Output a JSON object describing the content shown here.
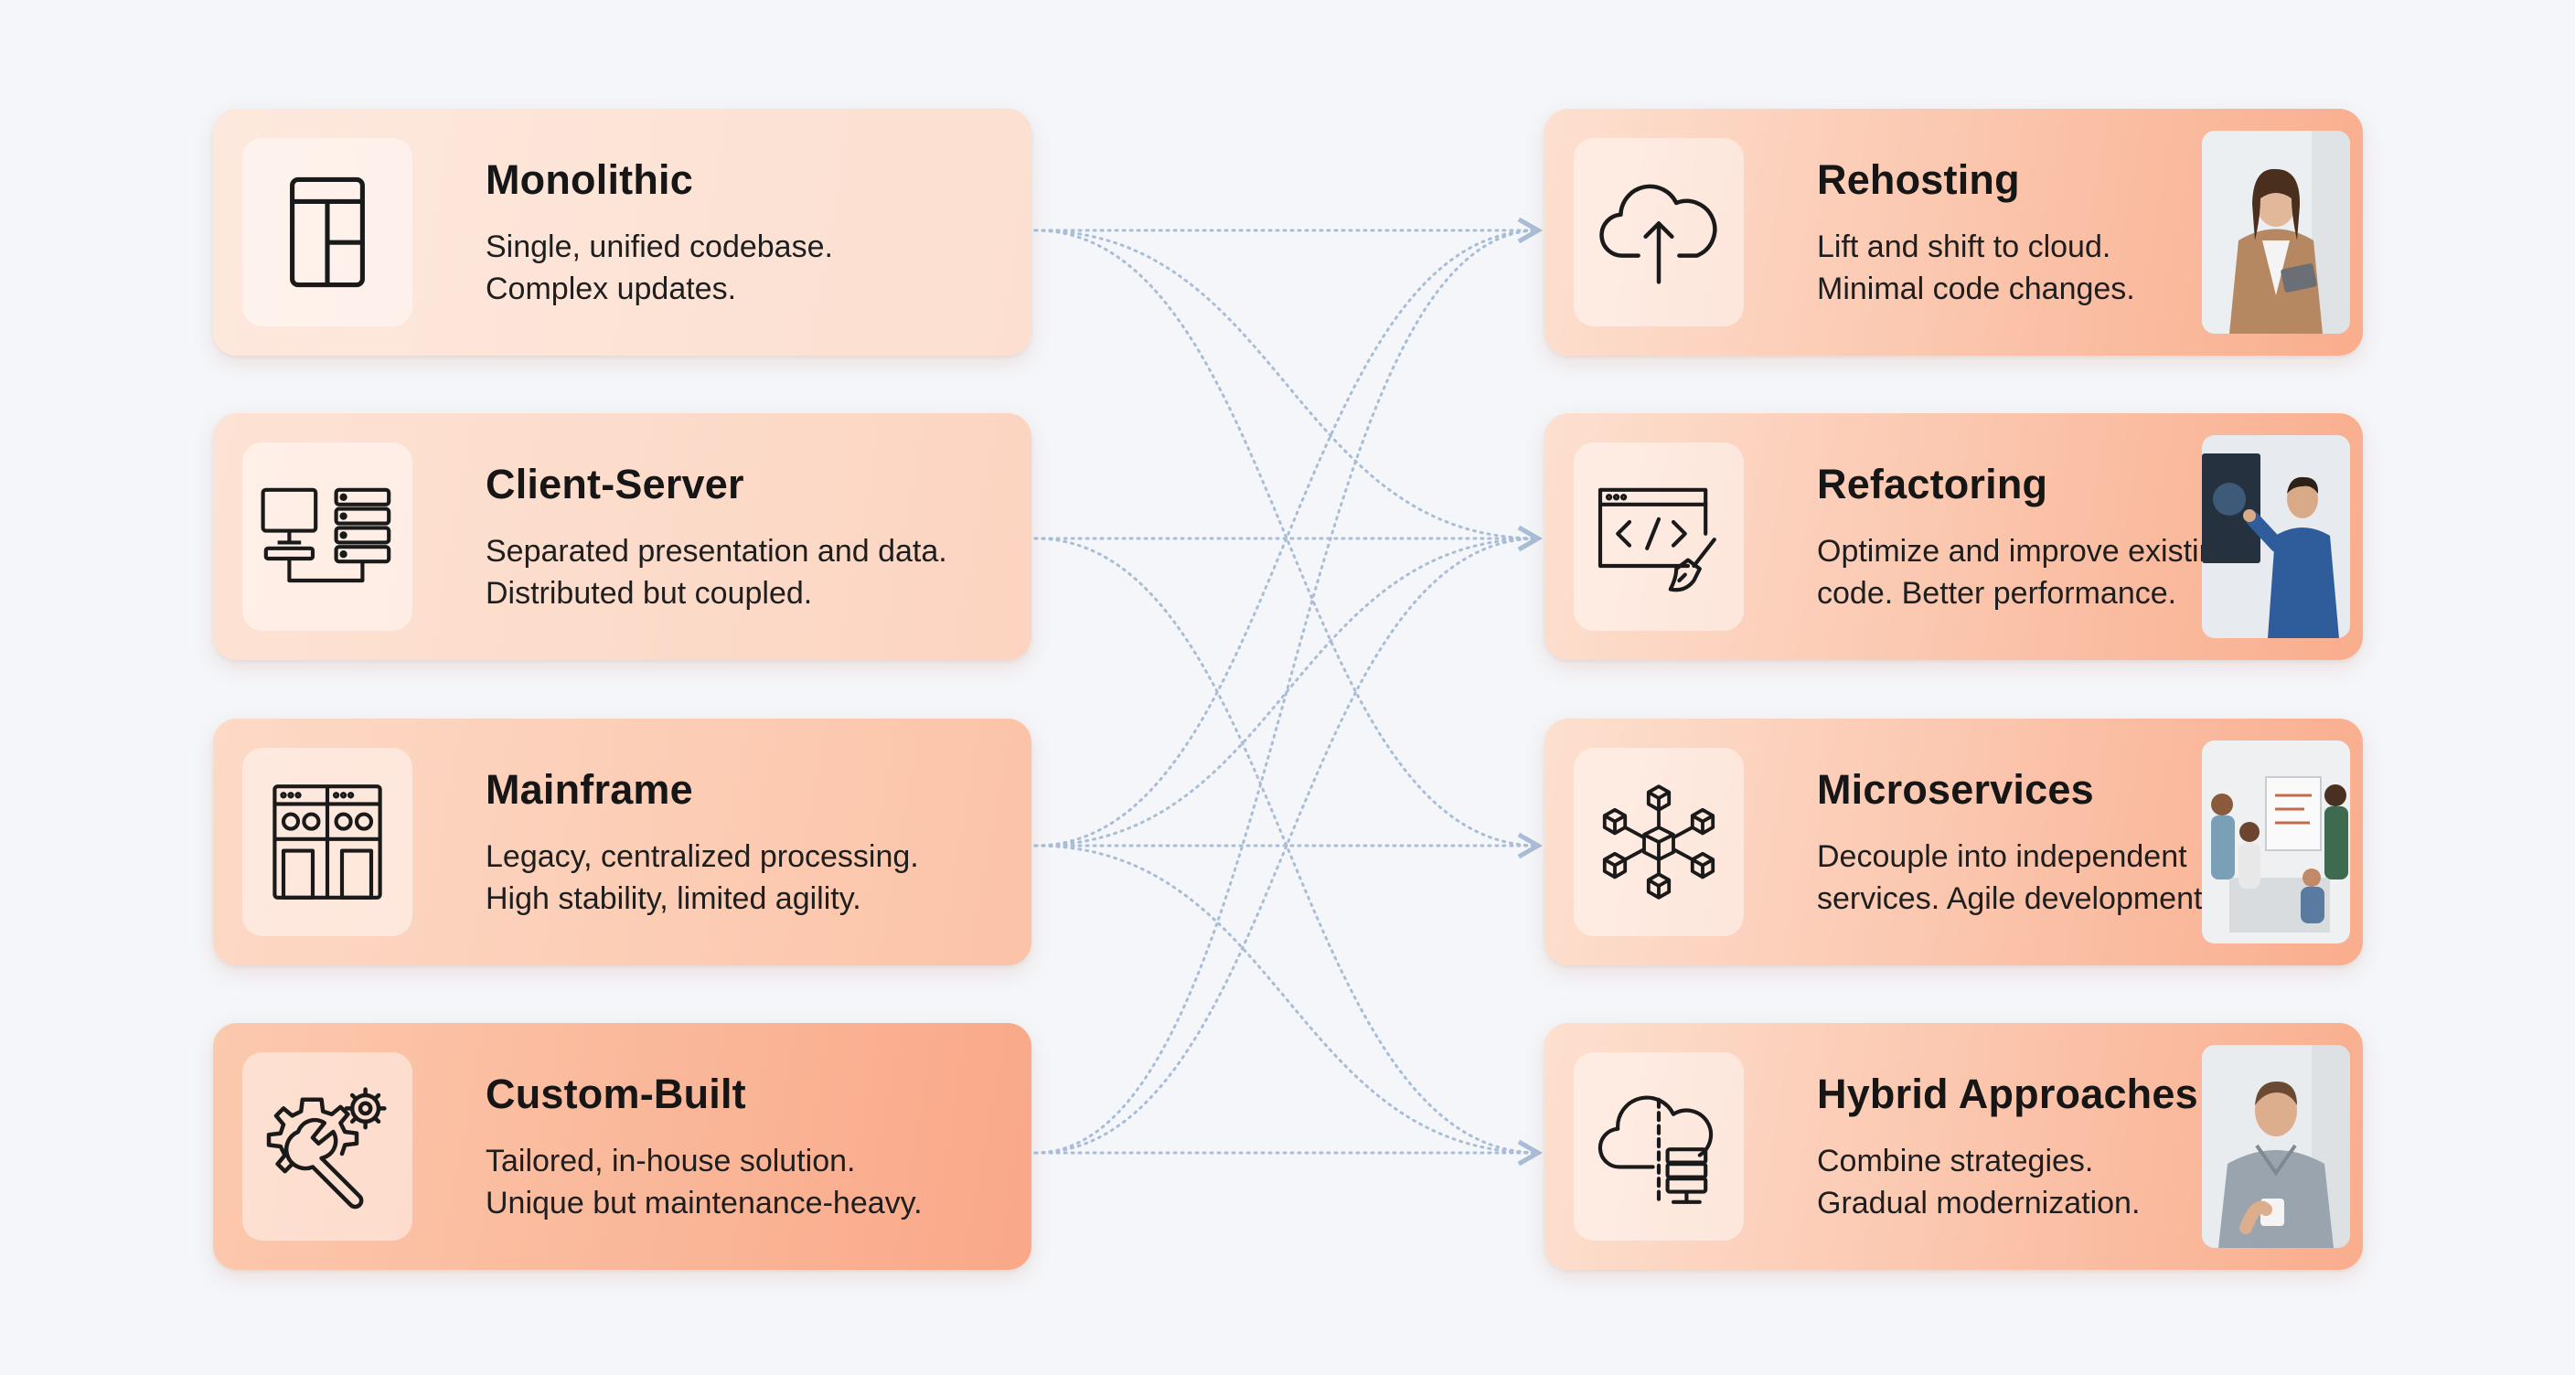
{
  "legacy": [
    {
      "title": "Monolithic",
      "line1": "Single, unified codebase.",
      "line2": "Complex updates.",
      "icon": "layout-icon"
    },
    {
      "title": "Client-Server",
      "line1": "Separated presentation and data.",
      "line2": "Distributed but coupled.",
      "icon": "client-server-icon"
    },
    {
      "title": "Mainframe",
      "line1": "Legacy, centralized processing.",
      "line2": "High stability, limited agility.",
      "icon": "mainframe-icon"
    },
    {
      "title": "Custom-Built",
      "line1": "Tailored, in-house solution.",
      "line2": "Unique but maintenance-heavy.",
      "icon": "gear-wrench-icon"
    }
  ],
  "modern": [
    {
      "title": "Rehosting",
      "line1": "Lift and shift to cloud.",
      "line2": "Minimal code changes.",
      "icon": "cloud-upload-icon",
      "photo": "woman-with-tablet-photo"
    },
    {
      "title": "Refactoring",
      "line1": "Optimize and improve existing",
      "line2": "code. Better performance.",
      "icon": "code-window-brush-icon",
      "photo": "presenter-at-screen-photo"
    },
    {
      "title": "Microservices",
      "line1": "Decouple into independent",
      "line2": "services. Agile development.",
      "icon": "cubes-network-icon",
      "photo": "team-meeting-photo"
    },
    {
      "title": "Hybrid Approaches",
      "line1": "Combine strategies.",
      "line2": "Gradual modernization.",
      "icon": "cloud-server-icon",
      "photo": "man-with-mug-photo"
    }
  ],
  "connections": [
    [
      0,
      0
    ],
    [
      0,
      1
    ],
    [
      0,
      2
    ],
    [
      1,
      1
    ],
    [
      1,
      3
    ],
    [
      2,
      0
    ],
    [
      2,
      1
    ],
    [
      2,
      2
    ],
    [
      2,
      3
    ],
    [
      3,
      0
    ],
    [
      3,
      1
    ],
    [
      3,
      3
    ]
  ],
  "colors": {
    "connector": "#a9bdd6",
    "icon_stroke": "#1a1a1a",
    "card_light": "#fde8dd",
    "card_accent": "#f9a888"
  }
}
